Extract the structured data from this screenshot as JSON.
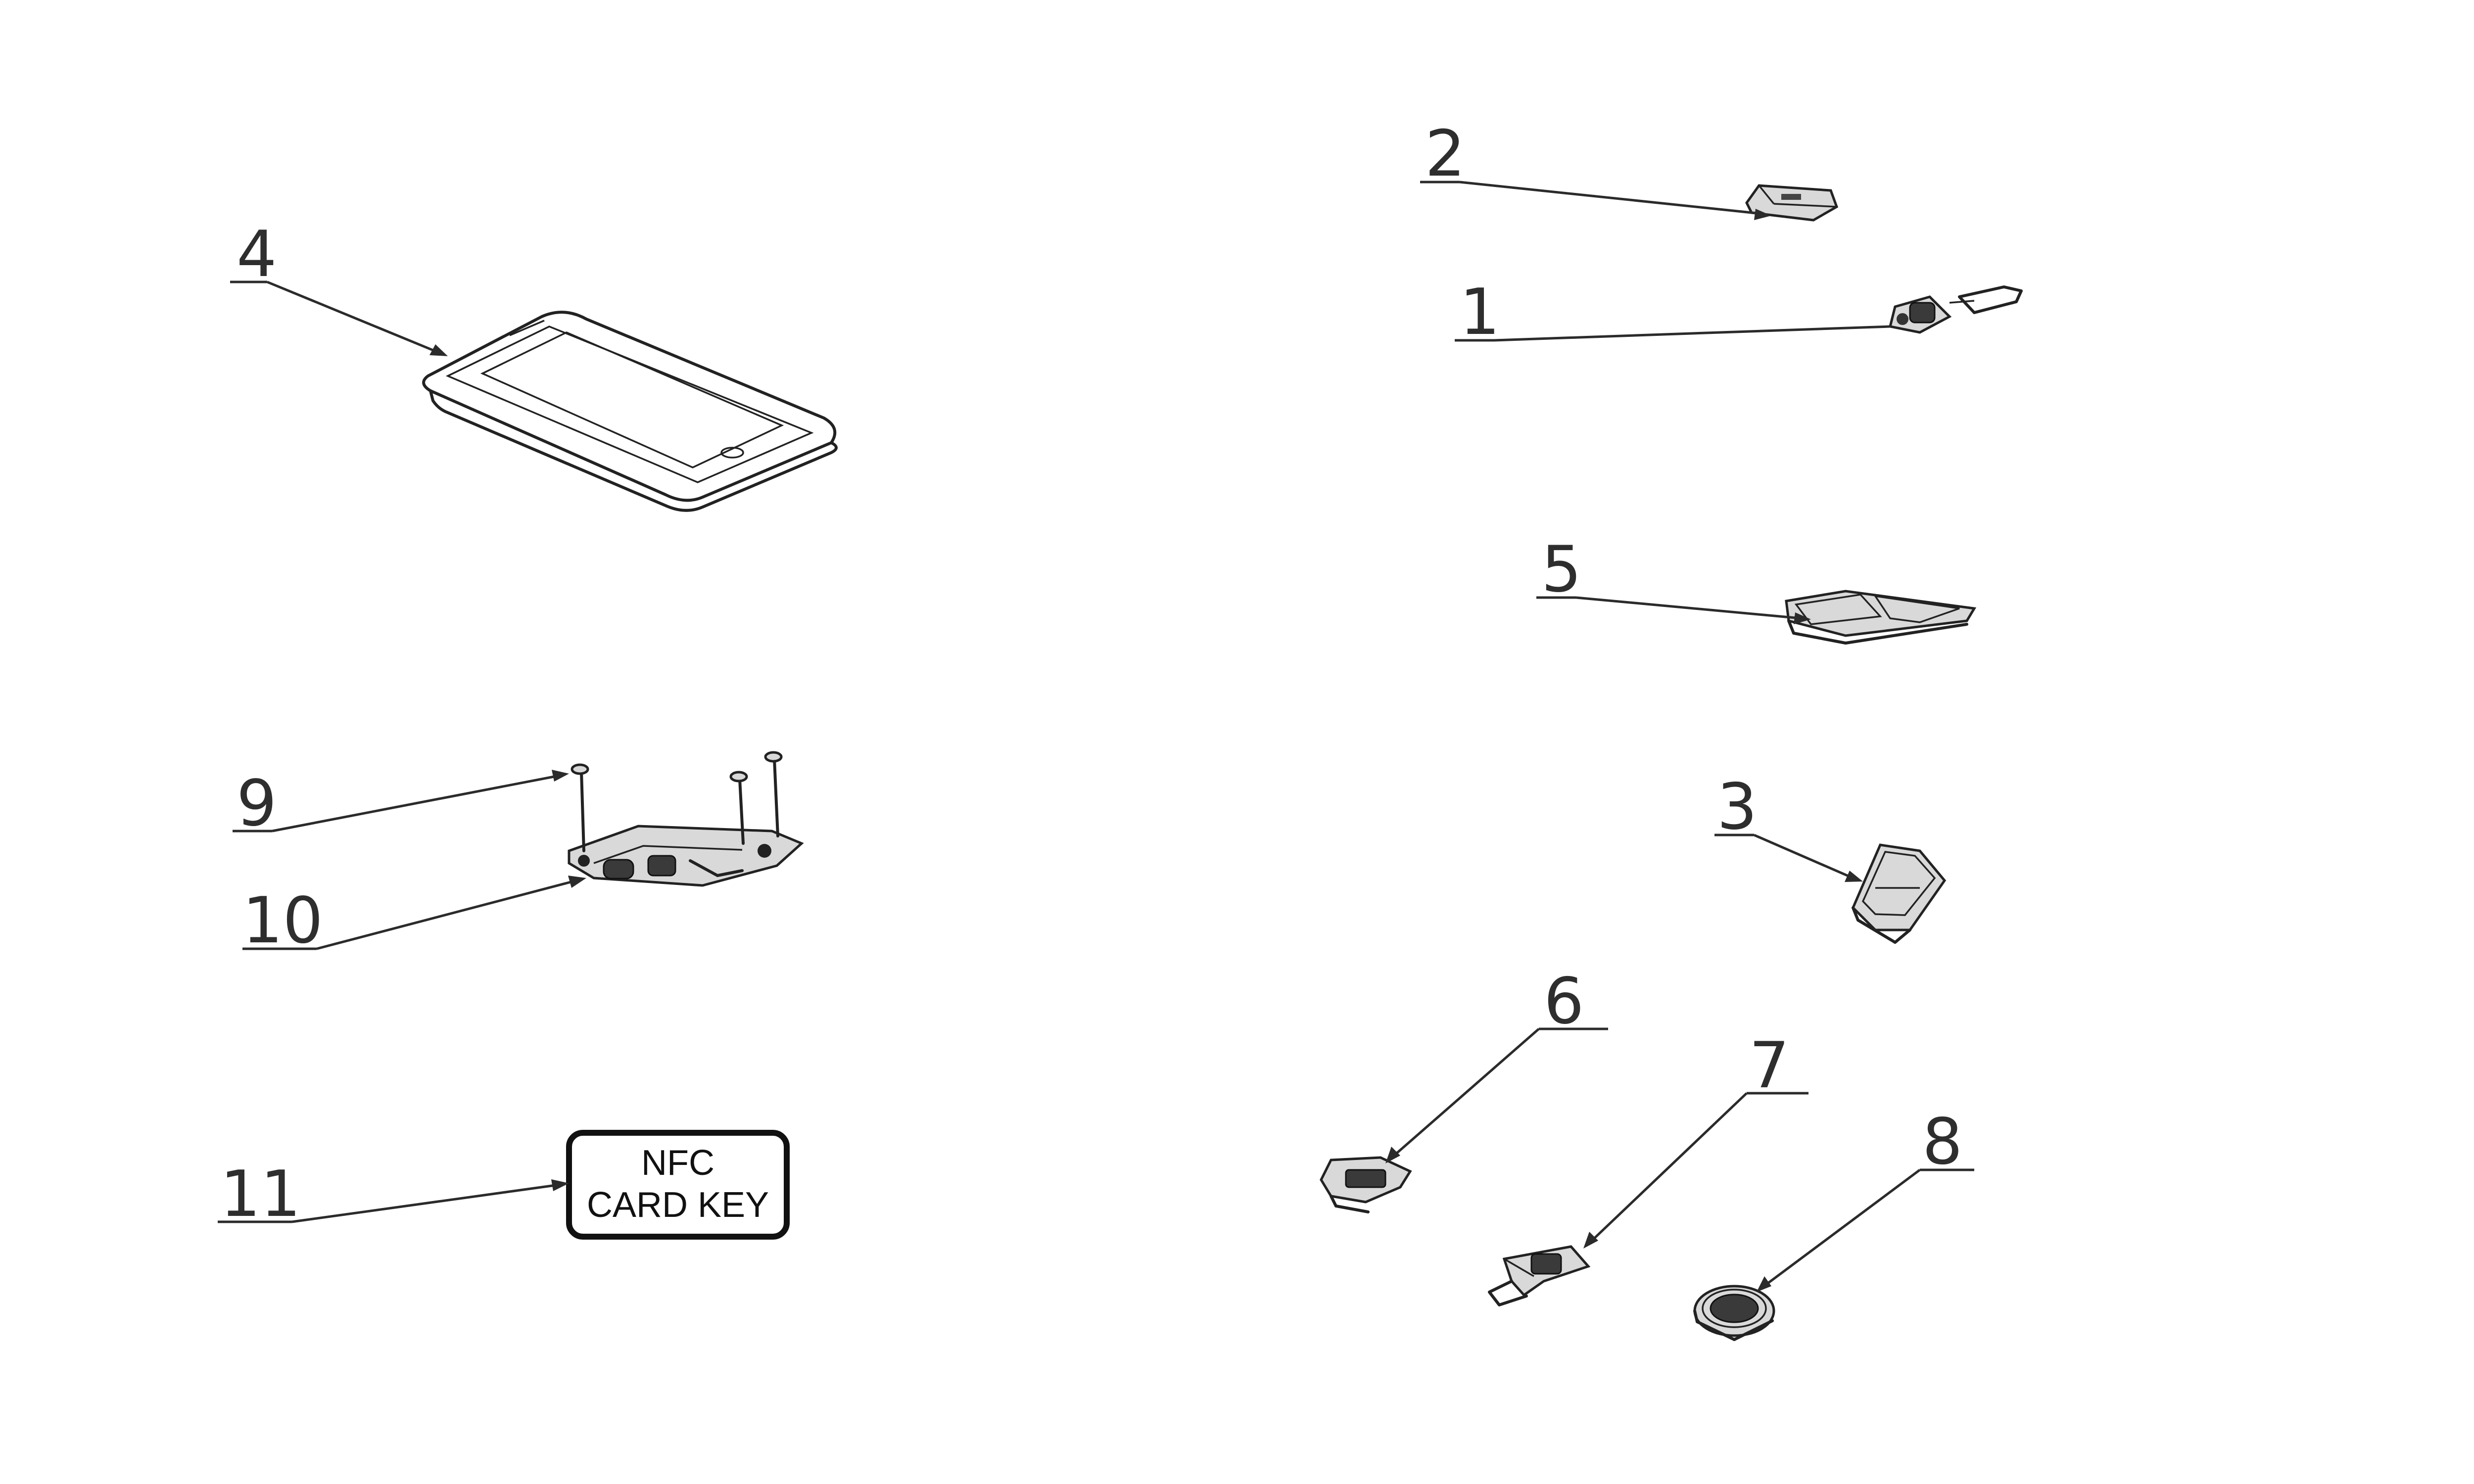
{
  "callouts": {
    "c1": "1",
    "c2": "2",
    "c3": "3",
    "c4": "4",
    "c5": "5",
    "c6": "6",
    "c7": "7",
    "c8": "8",
    "c9": "9",
    "c10": "10",
    "c11": "11"
  },
  "nfc_card": {
    "line1": "NFC",
    "line2": "CARD KEY"
  },
  "parts": {
    "p1": "camera-module-icon",
    "p2": "sensor-chip-icon",
    "p3": "battery-pack-icon",
    "p4": "touchscreen-display-icon",
    "p5": "pcb-board-icon",
    "p6": "connector-socket-icon",
    "p7": "flex-cable-icon",
    "p8": "speaker-icon",
    "p9": "screw-icon",
    "p10": "mounting-bracket-icon"
  },
  "colors": {
    "line": "#2b2b2b",
    "background": "#ffffff"
  }
}
